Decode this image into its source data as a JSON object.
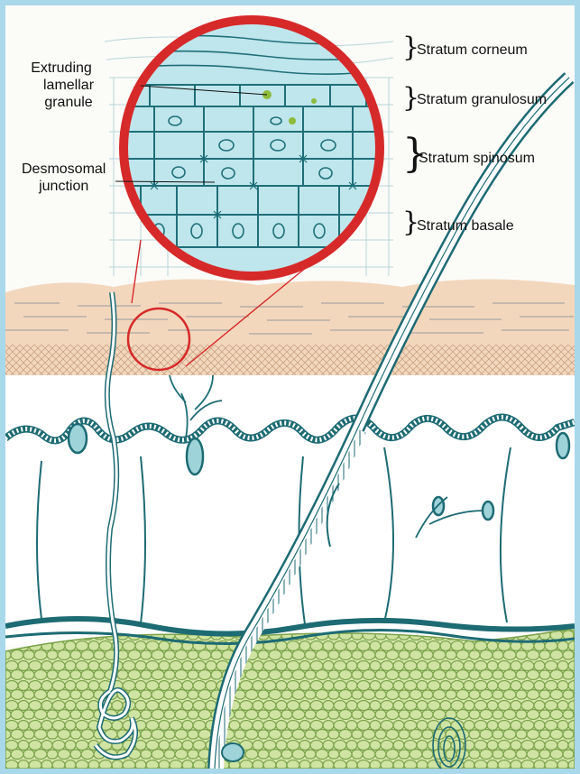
{
  "diagram": {
    "labels": {
      "extruding_granule": [
        "Extruding",
        "lamellar",
        "granule"
      ],
      "desmosomal_junction": [
        "Desmosomal",
        "junction"
      ],
      "stratum_corneum": "Stratum corneum",
      "stratum_granulosum": "Stratum granulosum",
      "stratum_spinosum": "Stratum spinosum",
      "stratum_basale": "Stratum basale"
    },
    "colors": {
      "frame": "#a8d8ea",
      "cell_fill": "#bfe6ec",
      "cell_line": "#1f6f78",
      "magnifier_ring": "#d62a2a",
      "dermis_band": "#f3d7bd",
      "dark_line": "#1d6b73",
      "fat_cells": "#cfe3a2",
      "fat_line": "#7aa24a",
      "granule": "#8dbb3a"
    },
    "icons": [
      "magnifier-circle-icon",
      "brace-icon",
      "hair-follicle-icon",
      "sweat-gland-icon",
      "fat-cell-icon"
    ]
  }
}
